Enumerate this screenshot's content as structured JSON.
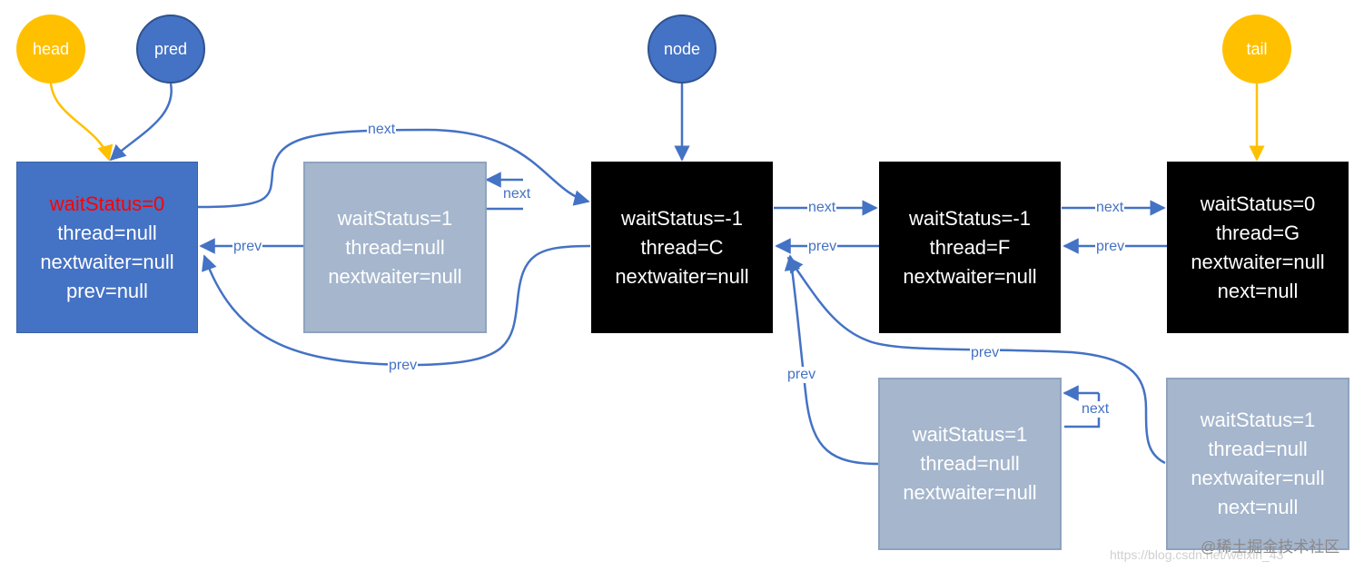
{
  "pointers": {
    "head": "head",
    "pred": "pred",
    "node": "node",
    "tail": "tail"
  },
  "nodes": {
    "head_node": [
      "waitStatus=0",
      "thread=null",
      "nextwaiter=null",
      "prev=null"
    ],
    "cancelled_1": [
      "waitStatus=1",
      "thread=null",
      "nextwaiter=null"
    ],
    "node_c": [
      "waitStatus=-1",
      "thread=C",
      "nextwaiter=null"
    ],
    "node_f": [
      "waitStatus=-1",
      "thread=F",
      "nextwaiter=null"
    ],
    "node_g": [
      "waitStatus=0",
      "thread=G",
      "nextwaiter=null",
      "next=null"
    ],
    "cancelled_2": [
      "waitStatus=1",
      "thread=null",
      "nextwaiter=null"
    ],
    "cancelled_3": [
      "waitStatus=1",
      "thread=null",
      "nextwaiter=null",
      "next=null"
    ]
  },
  "edge_labels": {
    "next": "next",
    "prev": "prev"
  },
  "watermark": {
    "url": "https://blog.csdn.net/weixin_43",
    "brand": "@稀土掘金技术社区"
  },
  "colors": {
    "pointer_yellow": "#ffc000",
    "pointer_blue": "#4472c4",
    "head_node_blue": "#4472c4",
    "cancelled_gray": "#a5b6cd",
    "active_black": "#000000",
    "arrow_blue": "#4472c4",
    "highlight_red": "#ff0000"
  }
}
